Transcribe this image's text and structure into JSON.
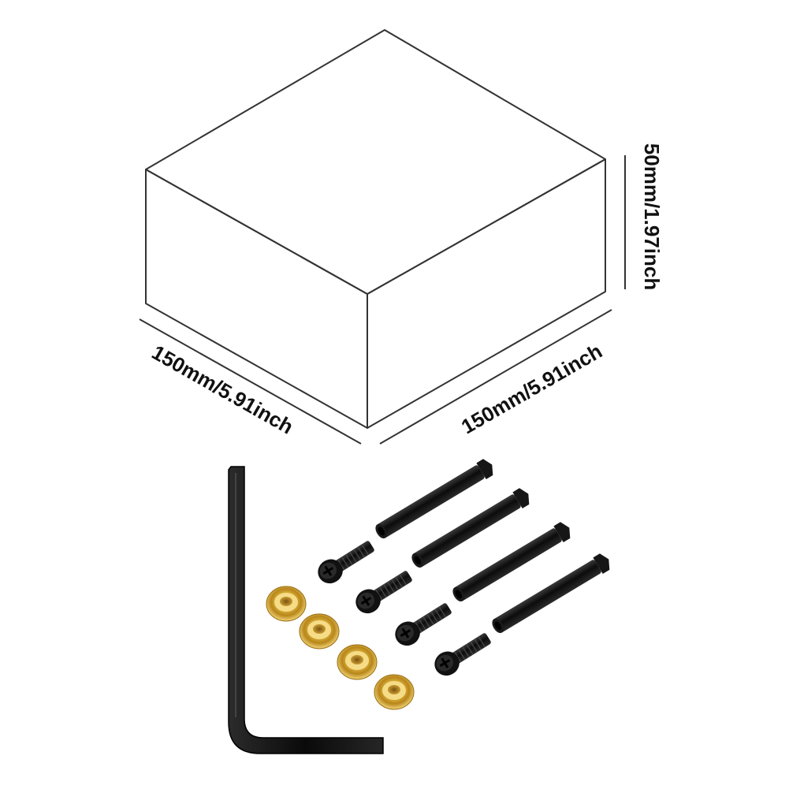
{
  "dimensions": {
    "depth_label": "150mm/5.91inch",
    "width_label": "150mm/5.91inch",
    "height_label": "50mm/1.97inch"
  },
  "colors": {
    "box_face": "#f0f0f0",
    "box_top": "#f4f4f4",
    "box_edge": "#333333",
    "hardware_black": "#111111",
    "washer_brass": "#d4a92a"
  },
  "hardware": {
    "hex_key_count": 1,
    "barrel_nut_count": 4,
    "screw_count": 4,
    "washer_count": 4
  }
}
